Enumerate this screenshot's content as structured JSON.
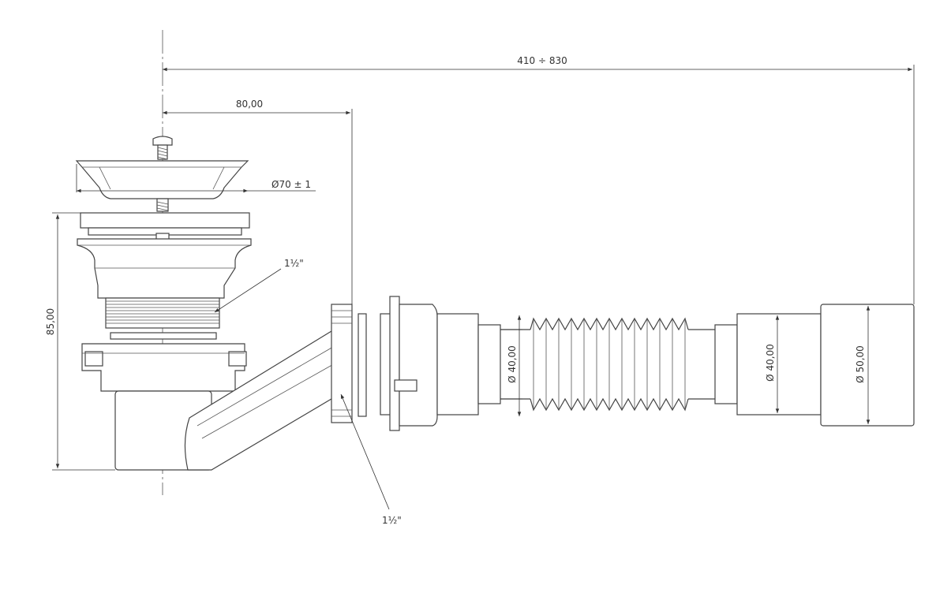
{
  "dimensions": {
    "total_length": "410 ÷ 830",
    "offset": "80,00",
    "strainer_diameter": "Ø70 ± 1",
    "height": "85,00",
    "thread_upper": "1½\"",
    "thread_lower": "1½\"",
    "hose_inner_diameter": "Ø 40,00",
    "outlet_diameter": "Ø 40,00",
    "end_diameter": "Ø 50,00"
  },
  "colors": {
    "line": "#444444",
    "background": "#ffffff"
  }
}
